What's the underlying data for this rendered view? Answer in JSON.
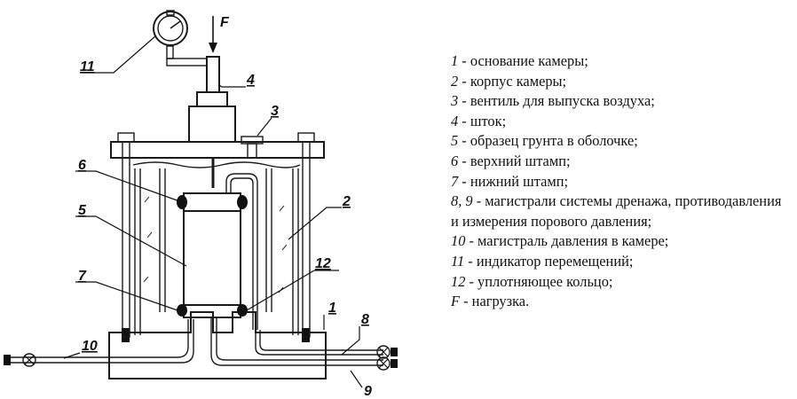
{
  "figure": {
    "callouts": {
      "c1": "1",
      "c2": "2",
      "c3": "3",
      "c4": "4",
      "c5": "5",
      "c6": "6",
      "c7": "7",
      "c8": "8",
      "c9": "9",
      "c10": "10",
      "c11": "11",
      "c12": "12",
      "force": "F"
    }
  },
  "legend": [
    {
      "num": "1",
      "text": " - основание камеры;"
    },
    {
      "num": "2",
      "text": " - корпус камеры;"
    },
    {
      "num": "3",
      "text": " - вентиль для выпуска воздуха;"
    },
    {
      "num": "4",
      "text": " - шток;"
    },
    {
      "num": "5",
      "text": " - образец грунта в оболочке;"
    },
    {
      "num": "6",
      "text": " - верхний штамп;"
    },
    {
      "num": "7",
      "text": " - нижний штамп;"
    },
    {
      "num": "8, 9",
      "text": " - магистрали системы дренажа, противодавления и измерения порового давления;"
    },
    {
      "num": "10",
      "text": " - магистраль давления в камере;"
    },
    {
      "num": "11",
      "text": " - индикатор перемещений;"
    },
    {
      "num": "12",
      "text": " - уплотняющее кольцо;"
    },
    {
      "num": "F",
      "text": " - нагрузка."
    }
  ]
}
